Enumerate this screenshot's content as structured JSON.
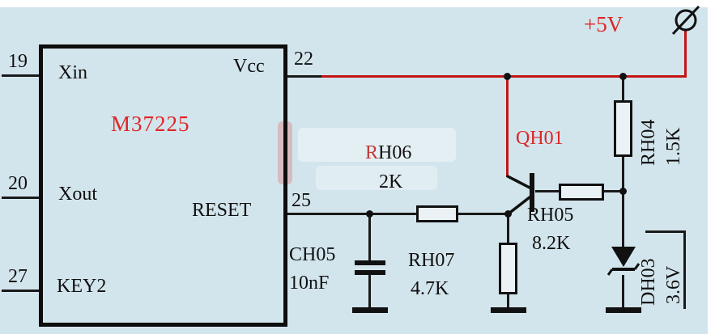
{
  "colors": {
    "background": "#d3e5ec",
    "wire_black": "#1a1a1a",
    "wire_red": "#c41414",
    "text_red": "#dd2626"
  },
  "ic": {
    "part_number": "M37225",
    "left_pins": [
      {
        "number": "19",
        "label": "Xin"
      },
      {
        "number": "20",
        "label": "Xout"
      },
      {
        "number": "27",
        "label": "KEY2"
      }
    ],
    "right_pins": [
      {
        "number": "22",
        "label": "Vcc"
      },
      {
        "number": "25",
        "label": "RESET"
      }
    ]
  },
  "power_rail": {
    "voltage_label": "+5V"
  },
  "components": {
    "ch05": {
      "ref": "CH05",
      "value": "10nF"
    },
    "rh06": {
      "ref": "RH06",
      "value": "2K"
    },
    "rh07": {
      "ref": "RH07",
      "value": "4.7K"
    },
    "rh05": {
      "ref": "RH05",
      "value": "8.2K"
    },
    "rh04": {
      "ref": "RH04",
      "value": "1.5K"
    },
    "dh03": {
      "ref": "DH03",
      "value": "3.6V"
    },
    "qh01": {
      "ref": "QH01"
    }
  }
}
